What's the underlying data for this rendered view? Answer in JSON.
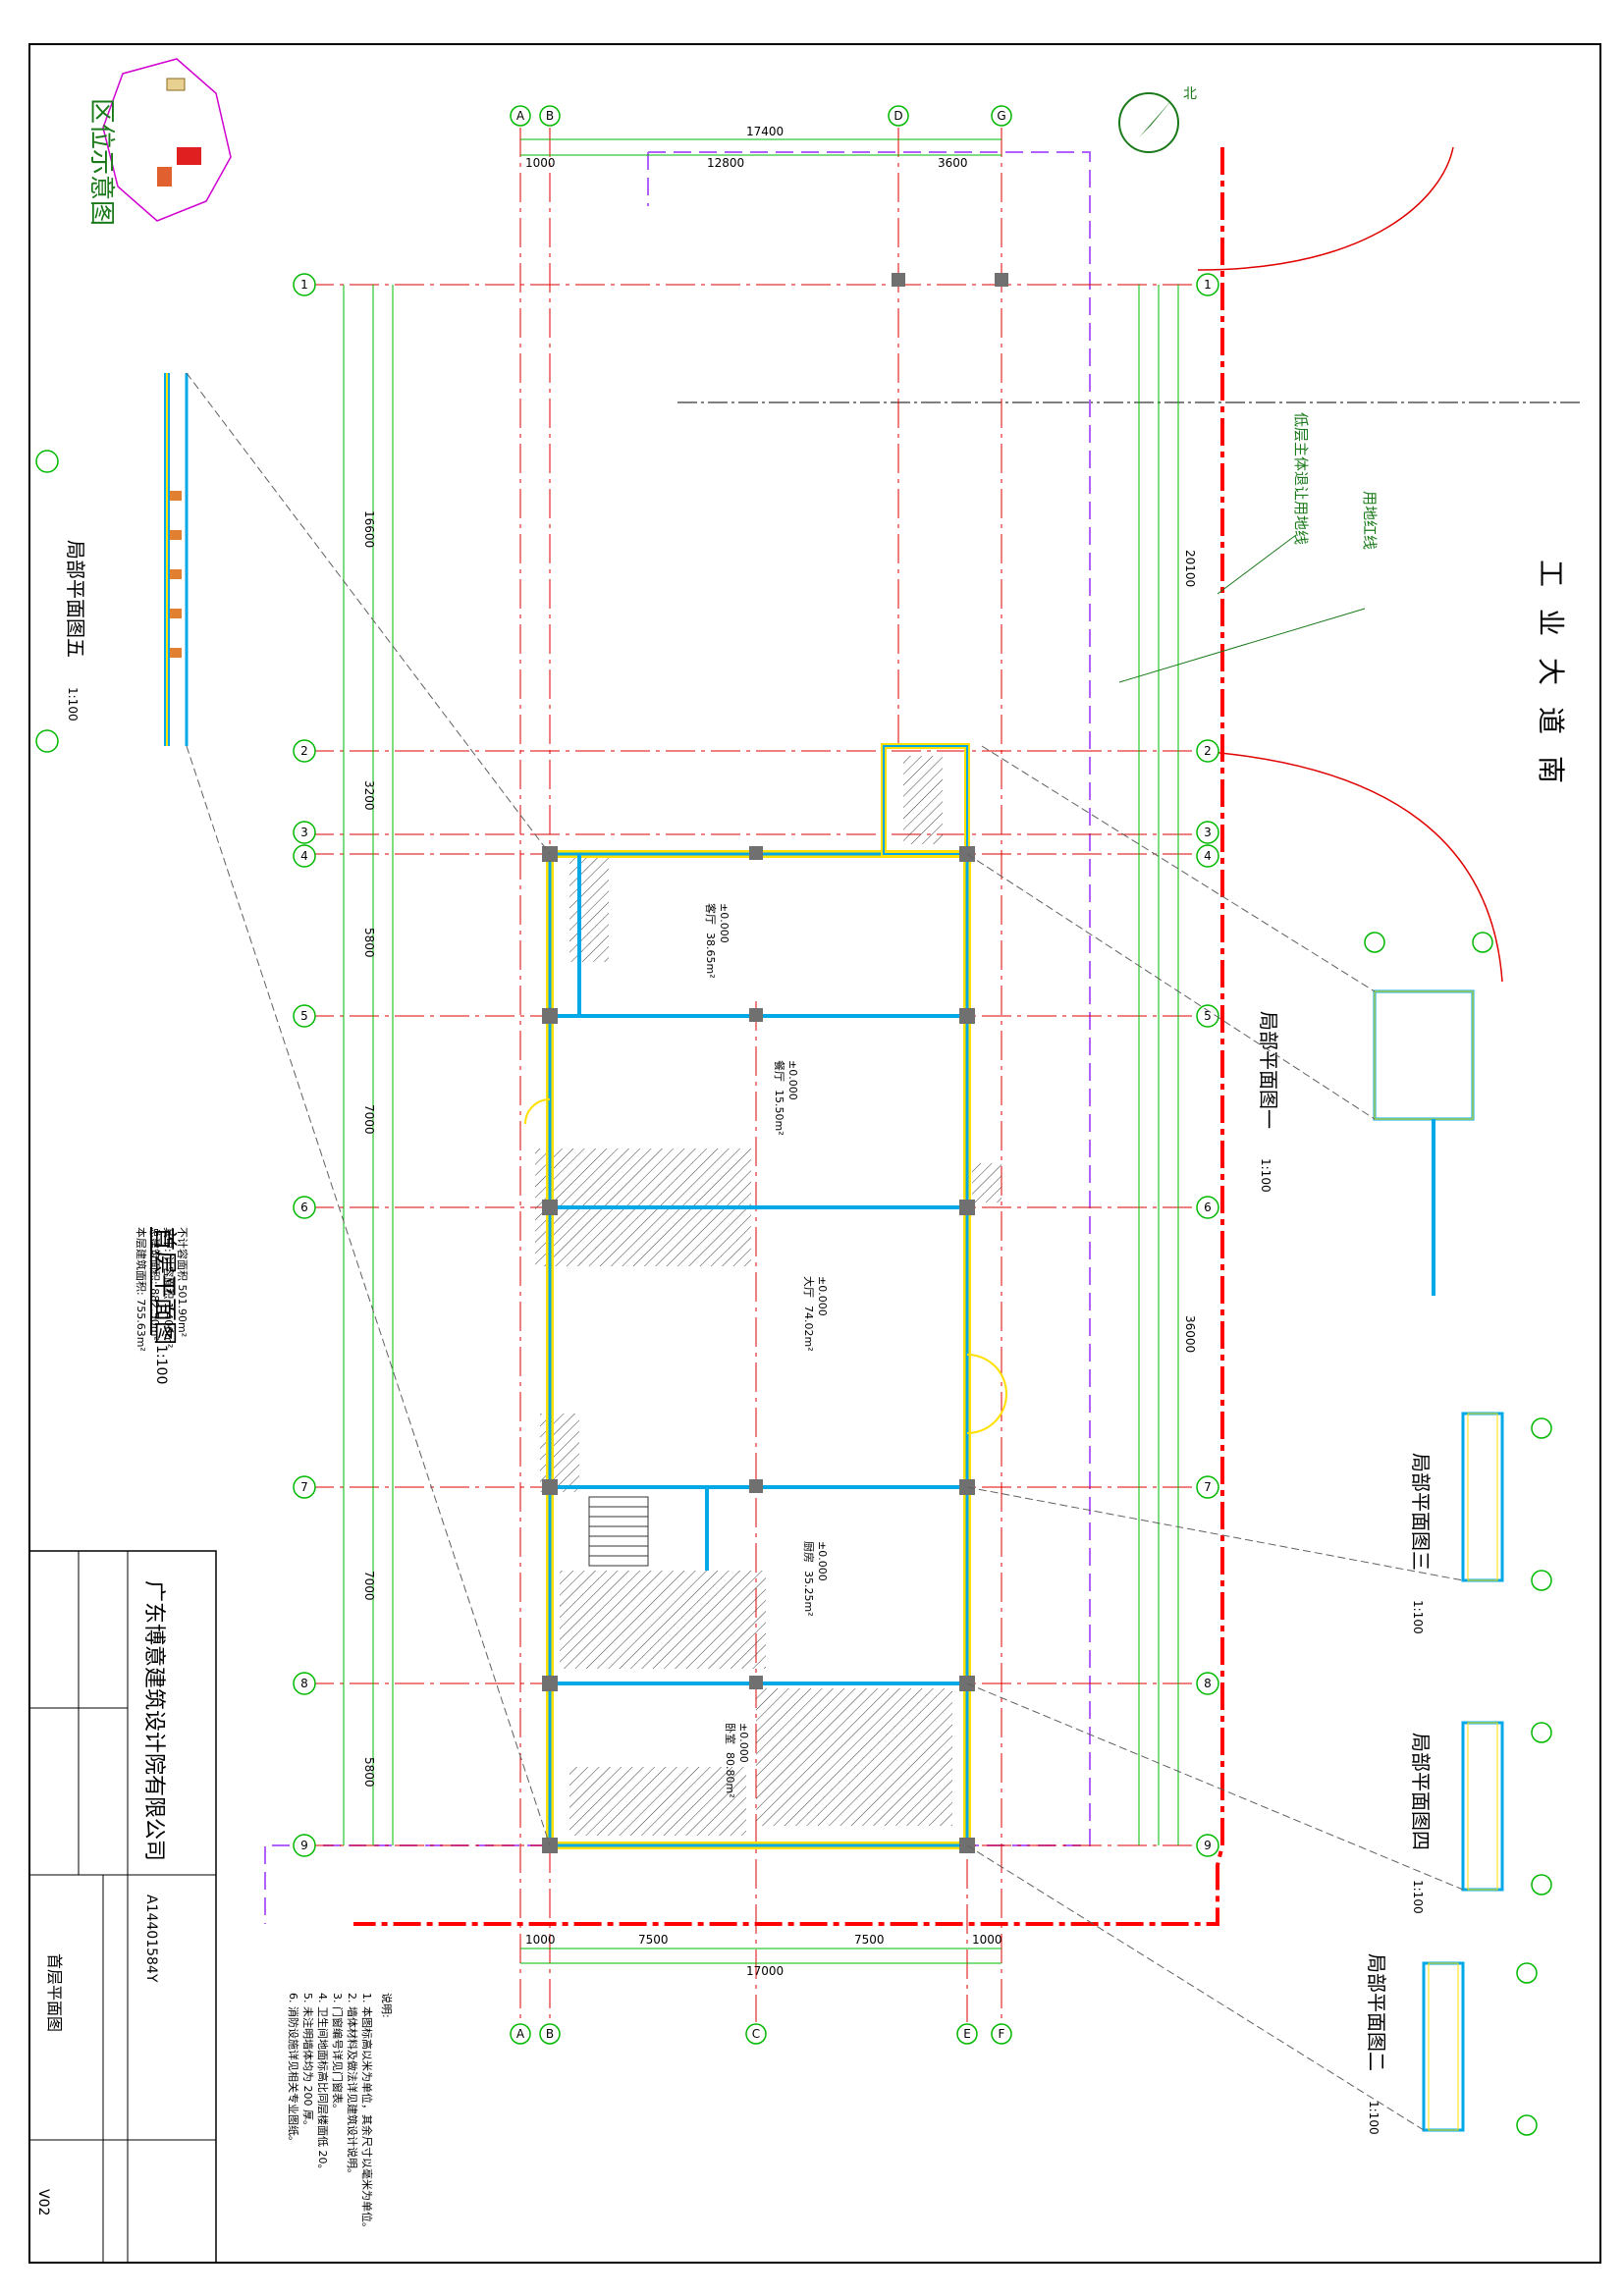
{
  "sheet": {
    "company": "广东博意建筑设计院有限公司",
    "drawing_title": "首层平面图",
    "project_no": "A14401584Y",
    "version": "V02",
    "plan_title": "首层平面图",
    "plan_scale": "1:100",
    "road_name": "工业大道南",
    "location_map_title": "区位示意图",
    "setback_label": "低层主体退让用地线",
    "boundary_label": "用地红线",
    "north_label": "北"
  },
  "grid": {
    "top_letters": [
      "A",
      "B",
      "D",
      "G"
    ],
    "bottom_letters": [
      "A",
      "B",
      "C",
      "E",
      "F"
    ],
    "numbers": [
      "1",
      "2",
      "3",
      "4",
      "5",
      "6",
      "7",
      "8",
      "9"
    ]
  },
  "dims": {
    "top_total": "17400",
    "top_parts": [
      "1000",
      "12800",
      "3600"
    ],
    "bottom_total": "17000",
    "bottom_parts": [
      "1000",
      "7500",
      "7500",
      "1000"
    ],
    "left_col": [
      "16600",
      "3200",
      "5800",
      "7000",
      "7000",
      "5800"
    ],
    "right_total": "20100",
    "right_mid": "36000"
  },
  "rooms": [
    {
      "name": "客厅",
      "area": "38.65m²",
      "level": "±0.000"
    },
    {
      "name": "餐厅",
      "area": "15.50m²",
      "level": "±0.000"
    },
    {
      "name": "大厅",
      "area": "74.02m²",
      "level": "±0.000"
    },
    {
      "name": "厨房",
      "area": "35.25m²",
      "level": "±0.000"
    },
    {
      "name": "卧室",
      "area": "80.80m²",
      "level": "±0.000"
    }
  ],
  "areas_note": [
    "本层建筑面积: 755.63m²",
    "总建筑面积: 882.50m²",
    "其中: 计容面积 1,400m²",
    "不计容面积 501.90m²"
  ],
  "detail_titles": [
    {
      "title": "局部平面图一",
      "scale": "1:100"
    },
    {
      "title": "局部平面图二",
      "scale": "1:100"
    },
    {
      "title": "局部平面图三",
      "scale": "1:100"
    },
    {
      "title": "局部平面图四",
      "scale": "1:100"
    },
    {
      "title": "局部平面图五",
      "scale": "1:100"
    }
  ],
  "notes_heading": "说明:",
  "notes": [
    "1. 本图标高以米为单位，其余尺寸以毫米为单位。",
    "2. 墙体材料及做法详见建筑设计说明。",
    "3. 门窗编号详见门窗表。",
    "4. 卫生间地面标高比同层楼面低 20。",
    "5. 未注明墙体均为 200 厚。",
    "6. 消防设施详见相关专业图纸。"
  ],
  "colors": {
    "grid_green": "#00b800",
    "axis_red": "#e00000",
    "boundary_red": "#ff0000",
    "setback_purple": "#b060ff",
    "wall_yellow": "#ffe000",
    "wall_cyan": "#00a8e8",
    "wall_blue": "#1a5cff",
    "text_magenta": "#d000d0",
    "hatch": "#404040"
  }
}
